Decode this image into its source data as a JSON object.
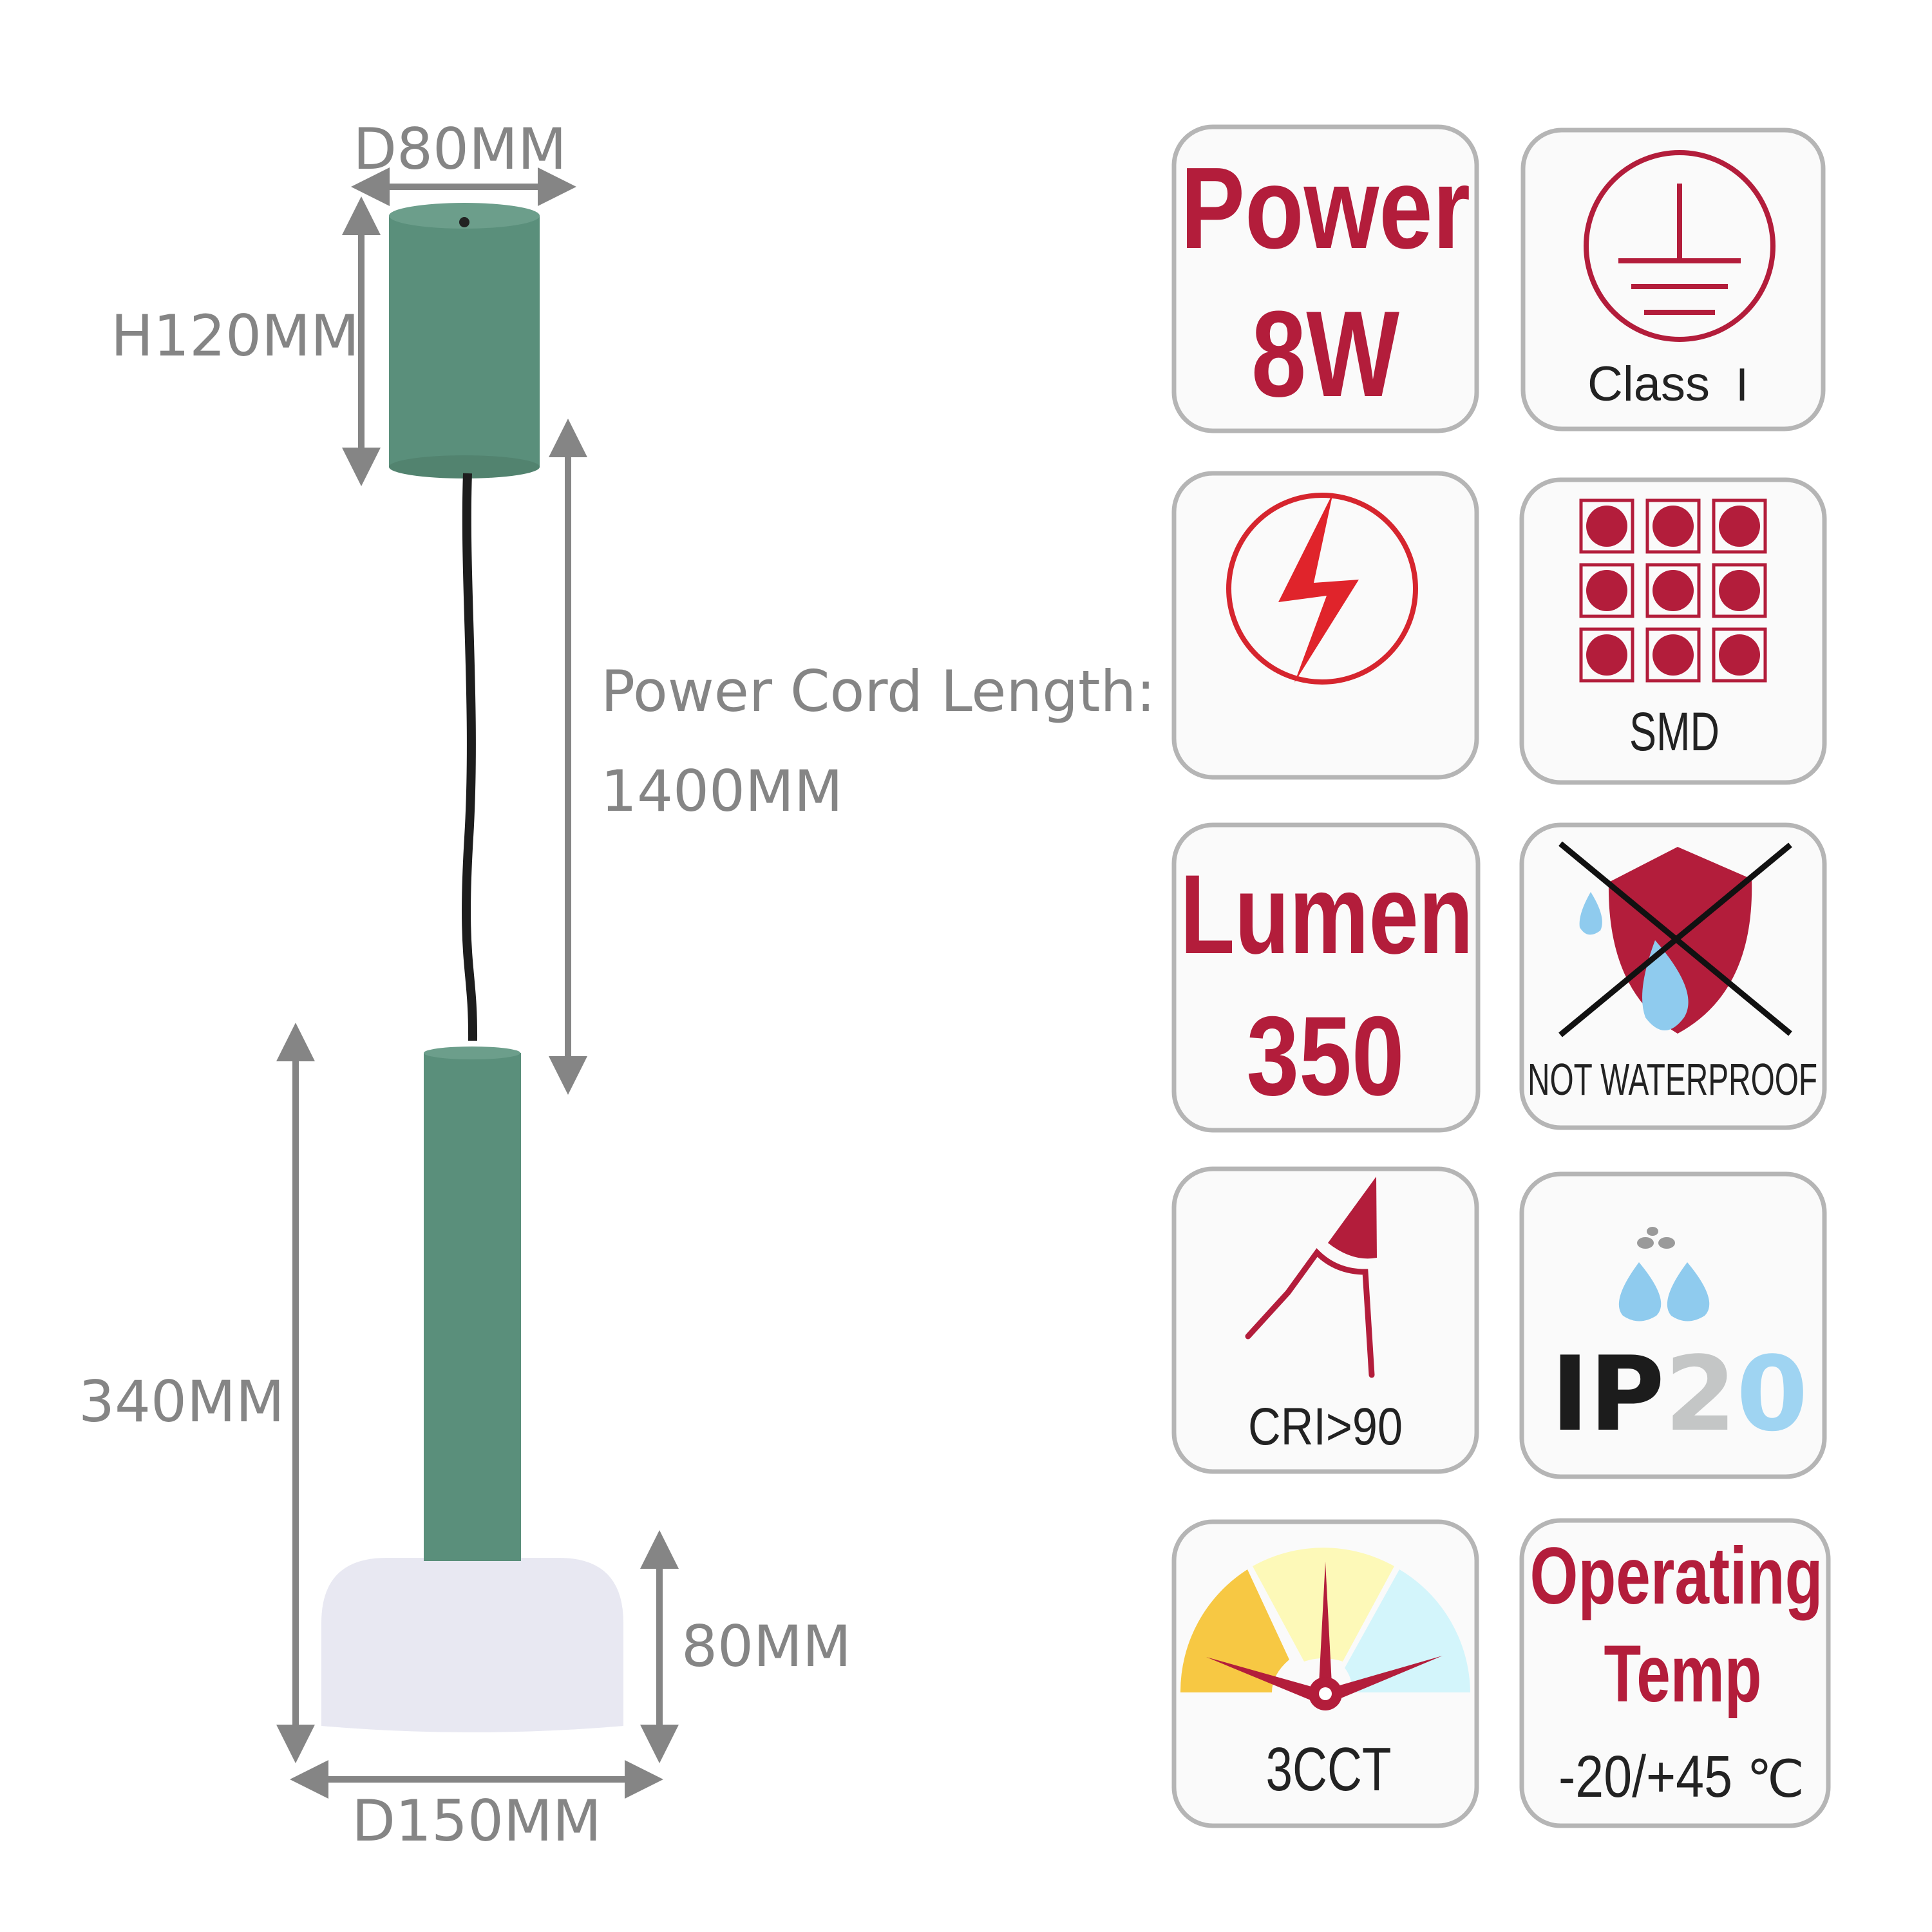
{
  "dimensions": {
    "canopy_diameter": "D80MM",
    "canopy_height": "H120MM",
    "cord_label": "Power Cord Length:",
    "cord_length": "1400MM",
    "body_height": "340MM",
    "shade_height": "80MM",
    "shade_diameter": "D150MM"
  },
  "specs": {
    "power_title": "Power",
    "power_value": "8W",
    "class_label": "Class",
    "class_numeral": "I",
    "smd_label": "SMD",
    "lumen_title": "Lumen",
    "lumen_value": "350",
    "waterproof_label": "NOT WATERPROOF",
    "cri_label": "CRI>90",
    "ip_prefix": "IP",
    "ip_digit1": "2",
    "ip_digit2": "0",
    "cct_label": "3CCT",
    "temp_title_1": "Operating",
    "temp_title_2": "Temp",
    "temp_range": "-20/+45",
    "temp_unit": "℃"
  },
  "colors": {
    "accent": "#b31d3b",
    "lamp_green": "#5a8f7b",
    "dimension_gray": "#858585",
    "water_blue": "#8fcbee"
  }
}
